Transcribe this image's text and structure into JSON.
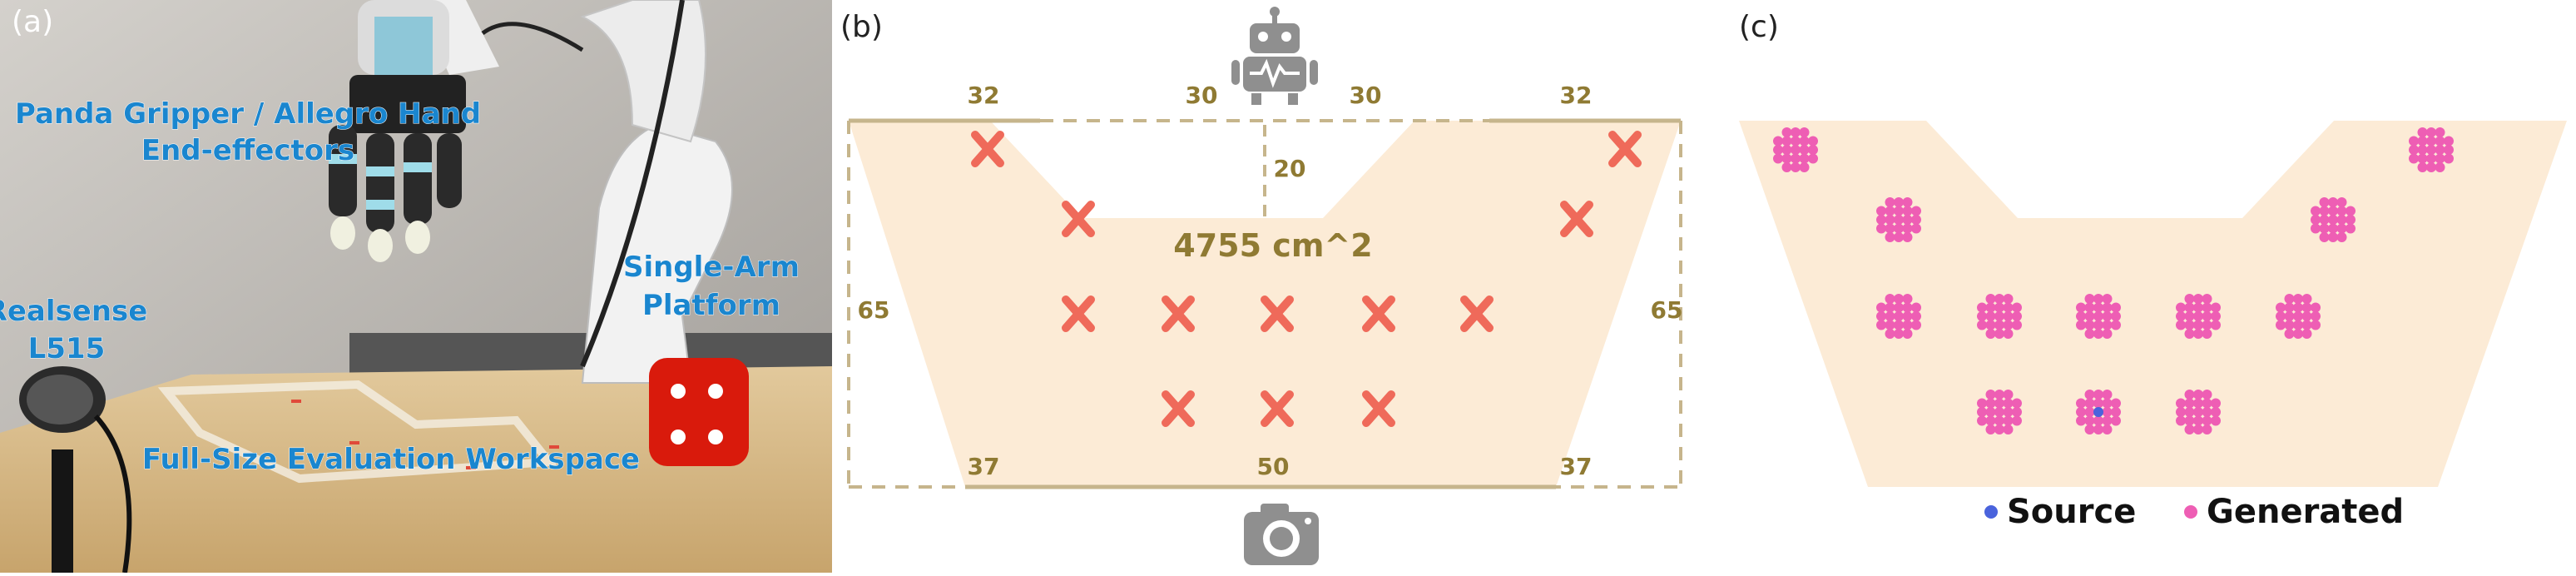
{
  "panels": {
    "a": {
      "letter": "(a)",
      "labels": {
        "gripper_line1": "Panda Gripper / Allegro Hand",
        "gripper_line2": "End-effectors",
        "arm_line1": "Single-Arm",
        "arm_line2": "Platform",
        "cam_line1": "Realsense",
        "cam_line2": "L515",
        "workspace": "Full-Size Evaluation Workspace"
      },
      "colors": {
        "label": "#1a86cf"
      }
    },
    "b": {
      "letter": "(b)",
      "dimensions": {
        "top_left": "32",
        "top_mid_left": "30",
        "top_mid_right": "30",
        "top_right": "32",
        "notch_depth": "20",
        "side_left": "65",
        "side_right": "65",
        "bottom_left": "37",
        "bottom_mid": "50",
        "bottom_right": "37"
      },
      "area": "4755 cm^2",
      "icons": {
        "top": "robot-icon",
        "bottom": "camera-icon"
      },
      "colors": {
        "workspace": "#fcebd6",
        "marker": "#ef6a5a",
        "dimension": "#8f7a33",
        "outline": "#c6b58c",
        "icon": "#8f8f8f"
      }
    },
    "c": {
      "letter": "(c)",
      "legend": {
        "source": "Source",
        "generated": "Generated"
      },
      "colors": {
        "workspace": "#fcebd6",
        "generated": "#ee5eb4",
        "source": "#4a63dc"
      }
    }
  }
}
